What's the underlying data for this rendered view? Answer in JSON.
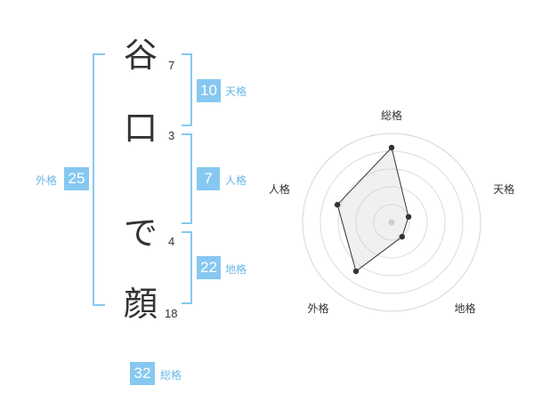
{
  "name": {
    "chars": [
      {
        "char": "谷",
        "strokes": "7"
      },
      {
        "char": "口",
        "strokes": "3"
      },
      {
        "char": "で",
        "strokes": "4"
      },
      {
        "char": "顔",
        "strokes": "18"
      }
    ]
  },
  "fortunes": {
    "tenkaku": {
      "value": "10",
      "label": "天格"
    },
    "jinkaku": {
      "value": "7",
      "label": "人格"
    },
    "chikaku": {
      "value": "22",
      "label": "地格"
    },
    "gaikaku": {
      "value": "25",
      "label": "外格"
    },
    "soukaku": {
      "value": "32",
      "label": "総格"
    }
  },
  "accent_color": "#86c8f0",
  "chart_data": {
    "type": "radar",
    "axes": [
      "総格",
      "天格",
      "地格",
      "外格",
      "人格"
    ],
    "values": [
      4.2,
      1.0,
      1.0,
      3.4,
      3.2
    ],
    "rmax": 5,
    "rings": 5
  }
}
